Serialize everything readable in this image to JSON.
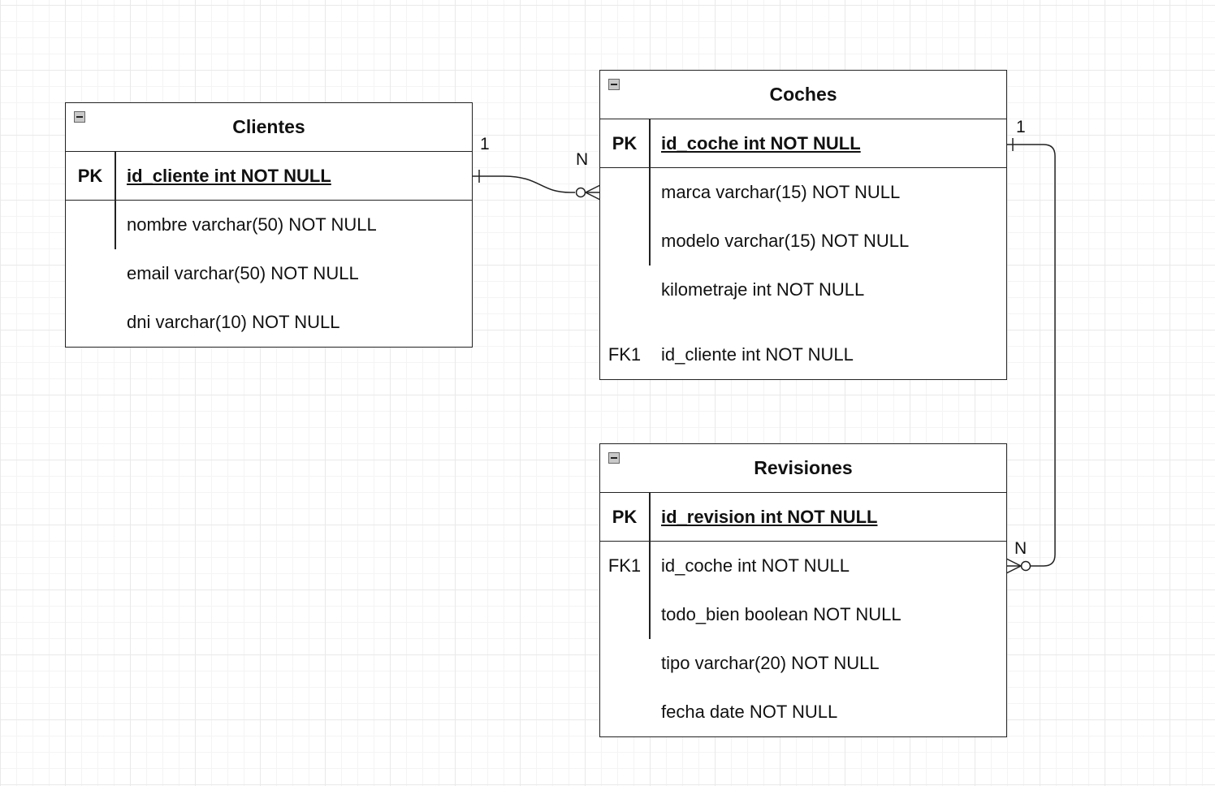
{
  "entities": {
    "clientes": {
      "title": "Clientes",
      "pk": {
        "key": "PK",
        "field": "id_cliente int NOT NULL"
      },
      "fields": [
        {
          "key": "",
          "field": "nombre varchar(50) NOT NULL"
        },
        {
          "key": "",
          "field": "email varchar(50) NOT NULL"
        },
        {
          "key": "",
          "field": "dni varchar(10) NOT NULL"
        }
      ]
    },
    "coches": {
      "title": "Coches",
      "pk": {
        "key": "PK",
        "field": "id_coche int NOT NULL"
      },
      "fields": [
        {
          "key": "",
          "field": "marca varchar(15) NOT NULL"
        },
        {
          "key": "",
          "field": "modelo varchar(15) NOT NULL"
        },
        {
          "key": "",
          "field": "kilometraje int NOT NULL"
        },
        {
          "key": "FK1",
          "field": "id_cliente int NOT NULL"
        }
      ]
    },
    "revisiones": {
      "title": "Revisiones",
      "pk": {
        "key": "PK",
        "field": "id_revision int NOT NULL"
      },
      "fields": [
        {
          "key": "FK1",
          "field": "id_coche int NOT NULL"
        },
        {
          "key": "",
          "field": "todo_bien boolean NOT NULL"
        },
        {
          "key": "",
          "field": "tipo varchar(20) NOT NULL"
        },
        {
          "key": "",
          "field": "fecha date NOT NULL"
        }
      ]
    }
  },
  "relationships": [
    {
      "from": "Clientes",
      "to": "Coches",
      "from_cardinality": "1",
      "to_cardinality": "N"
    },
    {
      "from": "Coches",
      "to": "Revisiones",
      "from_cardinality": "1",
      "to_cardinality": "N"
    }
  ]
}
